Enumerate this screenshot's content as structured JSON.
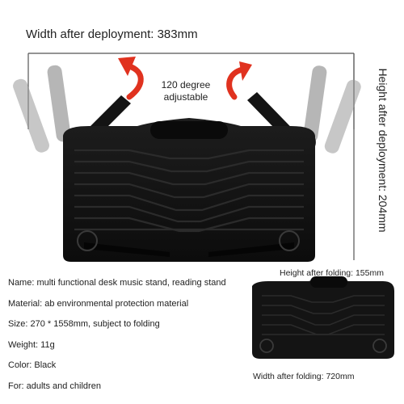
{
  "deployed": {
    "width_label": "Width after deployment: 383mm",
    "height_label": "Height after deployment: 204mm",
    "angle_label": "120 degree adjustable"
  },
  "folded": {
    "height_label": "Height after folding: 155mm",
    "width_label": "Width after folding: 720mm"
  },
  "specs": [
    "Name: multi functional desk music stand, reading stand",
    "Material: ab environmental protection material",
    "Size: 270 * 1558mm, subject to folding",
    "Weight: 11g",
    "Color: Black",
    "For: adults and children"
  ],
  "colors": {
    "product": "#141414",
    "arrow": "#e0321f",
    "ghost": "#8a8a8a",
    "dimension_line": "#555555"
  },
  "icons": {
    "rotation_arrow": "curved-arrow-icon"
  }
}
